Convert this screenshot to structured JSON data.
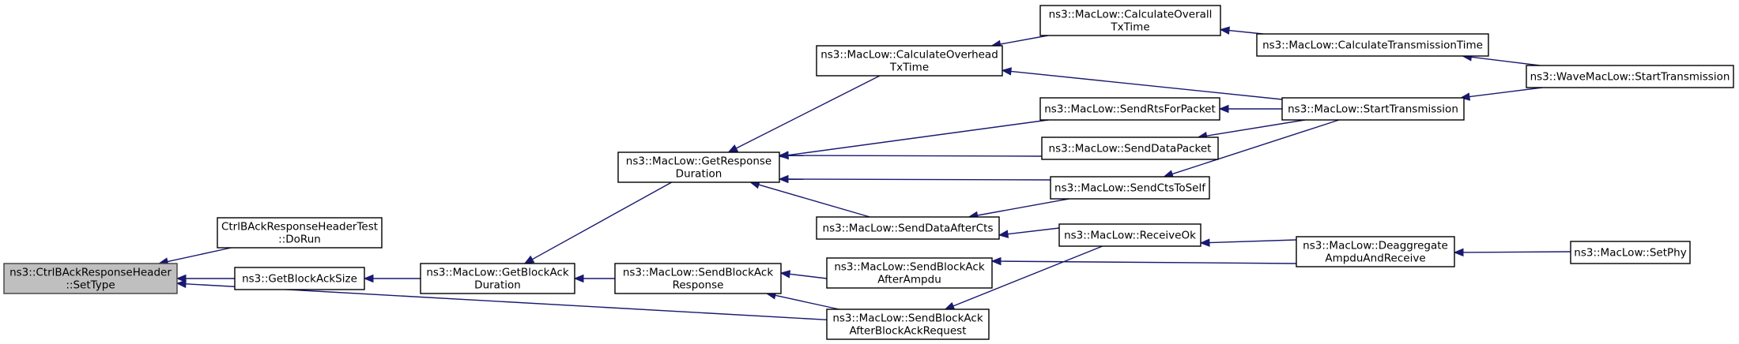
{
  "graph": {
    "nodes": [
      {
        "id": "settype",
        "lines": [
          "ns3::CtrlBAckResponseHeader",
          "::SetType"
        ],
        "root": true
      },
      {
        "id": "dorun",
        "lines": [
          "CtrlBAckResponseHeaderTest",
          "::DoRun"
        ]
      },
      {
        "id": "getblockacksize",
        "lines": [
          "ns3::GetBlockAckSize"
        ]
      },
      {
        "id": "getblockackduration",
        "lines": [
          "ns3::MacLow::GetBlockAck",
          "Duration"
        ]
      },
      {
        "id": "getresponseduration",
        "lines": [
          "ns3::MacLow::GetResponse",
          "Duration"
        ]
      },
      {
        "id": "sendblockackresponse",
        "lines": [
          "ns3::MacLow::SendBlockAck",
          "Response"
        ]
      },
      {
        "id": "calcoverhead",
        "lines": [
          "ns3::MacLow::CalculateOverhead",
          "TxTime"
        ]
      },
      {
        "id": "senddataafterCts",
        "lines": [
          "ns3::MacLow::SendDataAfterCts"
        ]
      },
      {
        "id": "sendblockackafterampdu",
        "lines": [
          "ns3::MacLow::SendBlockAck",
          "AfterAmpdu"
        ]
      },
      {
        "id": "sendblockackafterbar",
        "lines": [
          "ns3::MacLow::SendBlockAck",
          "AfterBlockAckRequest"
        ]
      },
      {
        "id": "calcoverall",
        "lines": [
          "ns3::MacLow::CalculateOverall",
          "TxTime"
        ]
      },
      {
        "id": "sendrts",
        "lines": [
          "ns3::MacLow::SendRtsForPacket"
        ]
      },
      {
        "id": "senddatapacket",
        "lines": [
          "ns3::MacLow::SendDataPacket"
        ]
      },
      {
        "id": "sendctstoself",
        "lines": [
          "ns3::MacLow::SendCtsToSelf"
        ]
      },
      {
        "id": "receiveok",
        "lines": [
          "ns3::MacLow::ReceiveOk"
        ]
      },
      {
        "id": "calctxtime",
        "lines": [
          "ns3::MacLow::CalculateTransmissionTime"
        ]
      },
      {
        "id": "starttransmission",
        "lines": [
          "ns3::MacLow::StartTransmission"
        ]
      },
      {
        "id": "deaggregate",
        "lines": [
          "ns3::MacLow::Deaggregate",
          "AmpduAndReceive"
        ]
      },
      {
        "id": "wavestart",
        "lines": [
          "ns3::WaveMacLow::StartTransmission"
        ]
      },
      {
        "id": "setphy",
        "lines": [
          "ns3::MacLow::SetPhy"
        ]
      }
    ],
    "edges": [
      {
        "from": "dorun",
        "to": "settype"
      },
      {
        "from": "getblockacksize",
        "to": "settype"
      },
      {
        "from": "sendblockackafterbar",
        "to": "settype"
      },
      {
        "from": "getblockackduration",
        "to": "getblockacksize"
      },
      {
        "from": "getresponseduration",
        "to": "getblockackduration"
      },
      {
        "from": "sendblockackresponse",
        "to": "getblockackduration"
      },
      {
        "from": "calcoverhead",
        "to": "getresponseduration"
      },
      {
        "from": "sendrts",
        "to": "getresponseduration"
      },
      {
        "from": "senddatapacket",
        "to": "getresponseduration"
      },
      {
        "from": "sendctstoself",
        "to": "getresponseduration"
      },
      {
        "from": "senddataafterCts",
        "to": "getresponseduration"
      },
      {
        "from": "sendblockackafterampdu",
        "to": "sendblockackresponse"
      },
      {
        "from": "sendblockackafterbar",
        "to": "sendblockackresponse"
      },
      {
        "from": "calcoverall",
        "to": "calcoverhead"
      },
      {
        "from": "starttransmission",
        "to": "calcoverhead"
      },
      {
        "from": "sendctstoself",
        "to": "senddataafterCts"
      },
      {
        "from": "receiveok",
        "to": "senddataafterCts"
      },
      {
        "from": "deaggregate",
        "to": "sendblockackafterampdu"
      },
      {
        "from": "receiveok",
        "to": "sendblockackafterbar"
      },
      {
        "from": "calctxtime",
        "to": "calcoverall"
      },
      {
        "from": "starttransmission",
        "to": "sendrts"
      },
      {
        "from": "starttransmission",
        "to": "senddatapacket"
      },
      {
        "from": "starttransmission",
        "to": "sendctstoself"
      },
      {
        "from": "deaggregate",
        "to": "receiveok"
      },
      {
        "from": "wavestart",
        "to": "calctxtime"
      },
      {
        "from": "wavestart",
        "to": "starttransmission"
      },
      {
        "from": "setphy",
        "to": "deaggregate"
      }
    ]
  }
}
